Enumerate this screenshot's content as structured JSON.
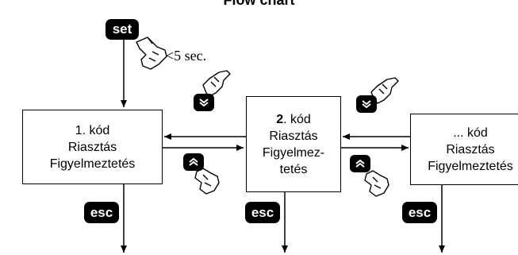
{
  "title": "Flow chart",
  "keys": {
    "set": "set",
    "esc": "esc"
  },
  "timing": "<5 sec.",
  "boxes": [
    {
      "lines": [
        "1. kód",
        "Riasztás",
        "Figyelmeztetés"
      ]
    },
    {
      "num": "2",
      "num_suffix": ". kód",
      "lines": [
        "Riasztás",
        "Figyelmez-",
        "tetés"
      ]
    },
    {
      "lines": [
        "... kód",
        "Riasztás",
        "Figyelmeztetés"
      ]
    }
  ],
  "icons": {
    "down": "double-chevron-down-icon",
    "up": "double-chevron-up-icon",
    "hand": "pointing-hand-icon"
  }
}
